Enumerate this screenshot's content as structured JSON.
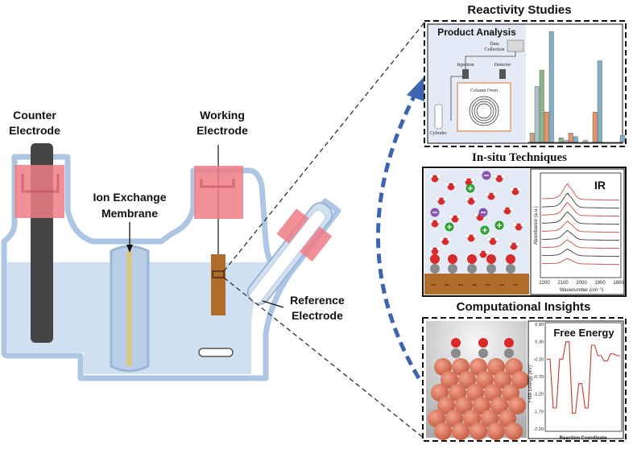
{
  "cell": {
    "counter_electrode": [
      "Counter",
      "Electrode"
    ],
    "working_electrode": [
      "Working",
      "Electrode"
    ],
    "membrane": [
      "Ion Exchange",
      "Membrane"
    ],
    "reference_electrode": [
      "Reference",
      "Electrode"
    ]
  },
  "sections": {
    "reactivity": "Reactivity Studies",
    "insitu": "In-situ Techniques",
    "computational": "Computational Insights"
  },
  "product_analysis": {
    "title": "Product Analysis",
    "data_collection": [
      "Data",
      "Collection"
    ],
    "injection": "Injection",
    "detector": "Detector",
    "column_oven": "Column Oven",
    "cylinder": "Cylinder",
    "bars": [
      {
        "value": 0.08,
        "color": "#c9a27e"
      },
      {
        "value": 0.48,
        "color": "#a9c4c9"
      },
      {
        "value": 0.62,
        "color": "#8eb38a"
      },
      {
        "value": 0.26,
        "color": "#e3946a"
      },
      {
        "value": 0.95,
        "color": "#7fb0c8"
      },
      {
        "value": 0.04,
        "color": "#8eb38a"
      },
      {
        "value": 0.02,
        "color": "#b9b9b9"
      },
      {
        "value": 0.08,
        "color": "#e3946a"
      },
      {
        "value": 0.05,
        "color": "#7fb0c8"
      },
      {
        "value": 0.02,
        "color": "#b9b9b9"
      },
      {
        "value": 0.26,
        "color": "#e3946a"
      },
      {
        "value": 0.7,
        "color": "#7fb0c8"
      },
      {
        "value": 0.06,
        "color": "#7fb0c8"
      }
    ]
  },
  "ir": {
    "title": "IR",
    "ylabel": "Absorbance (a.u.)",
    "xlabel": "Wavenumber (cm⁻¹)",
    "ticks": [
      "2200",
      "2100",
      "2000",
      "1900",
      "1800"
    ]
  },
  "free_energy": {
    "title": "Free Energy",
    "ylabel": "Free Energy (eV)",
    "xlabel": "Reaction Coordinate",
    "yticks": [
      "0.80",
      "0.30",
      "-0.20",
      "-0.70",
      "-1.20",
      "-1.70",
      "-2.20"
    ]
  },
  "chart_data": [
    {
      "type": "bar",
      "title": "Product Analysis",
      "values": [
        0.08,
        0.48,
        0.62,
        0.26,
        0.95,
        0.04,
        0.02,
        0.08,
        0.05,
        0.02,
        0.26,
        0.7,
        0.06
      ]
    },
    {
      "type": "line",
      "title": "Free Energy",
      "ylabel": "Free Energy (eV)",
      "xlabel": "Reaction Coordinate",
      "ylim": [
        -2.2,
        0.8
      ],
      "x": [
        0,
        1,
        2,
        3,
        4,
        5,
        6,
        7,
        8,
        9,
        10,
        11,
        12,
        13,
        14,
        15,
        16,
        17,
        18,
        19,
        20,
        21,
        22,
        23
      ],
      "values": [
        -0.2,
        -0.2,
        -1.6,
        -1.6,
        -0.2,
        -0.2,
        0.3,
        0.3,
        -1.75,
        -1.75,
        -0.9,
        -0.9,
        -1.6,
        -1.6,
        0.2,
        0.2,
        -0.1,
        -0.1,
        -0.25,
        -0.25,
        -0.05,
        -0.05,
        -0.1,
        -0.1
      ]
    }
  ],
  "icons": {
    "plus_color": "#2aa02a",
    "minus_color": "#8a55b0",
    "pink": "#f07c86",
    "electrolyte": "#cfe0f1",
    "glass": "#adc6e4",
    "electrode": "#b06c2b"
  }
}
